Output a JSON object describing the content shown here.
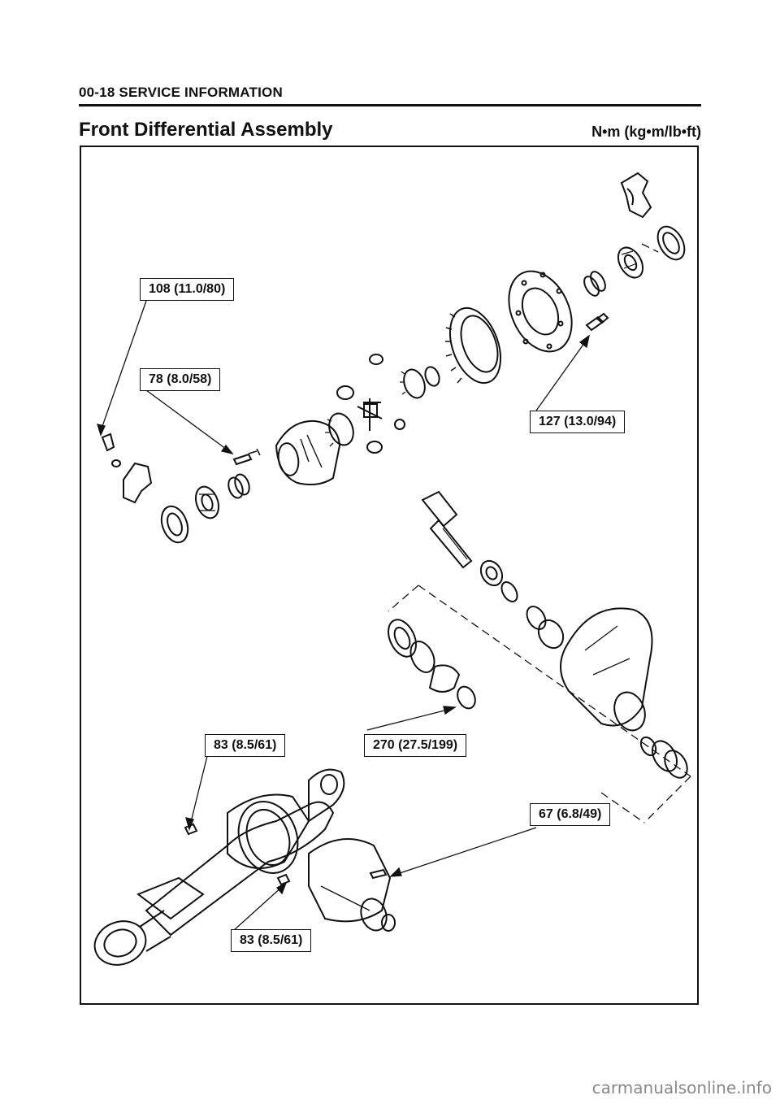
{
  "header": {
    "section": "00-18 SERVICE INFORMATION"
  },
  "title": "Front Differential Assembly",
  "units": "N•m (kg•m/lb•ft)",
  "torque_labels": {
    "t108": "108 (11.0/80)",
    "t78": "78 (8.0/58)",
    "t127": "127 (13.0/94)",
    "t83a": "83 (8.5/61)",
    "t270": "270 (27.5/199)",
    "t67": "67 (6.8/49)",
    "t83b": "83 (8.5/61)"
  },
  "footer": "carmanualsonline.info"
}
